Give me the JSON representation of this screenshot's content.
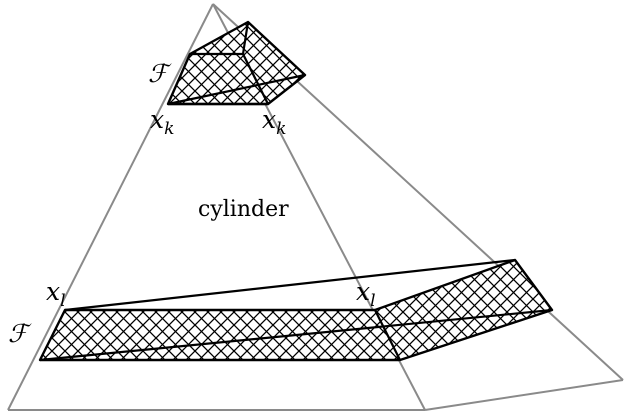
{
  "labels": {
    "foliation_top": "ℱ",
    "foliation_bottom": "ℱ",
    "xk_left_base": "x",
    "xk_left_sub": "k",
    "xk_right_base": "x",
    "xk_right_sub": "k",
    "xl_left_base": "x",
    "xl_left_sub": "l",
    "xl_right_base": "x",
    "xl_right_sub": "l",
    "region": "cylinder"
  }
}
